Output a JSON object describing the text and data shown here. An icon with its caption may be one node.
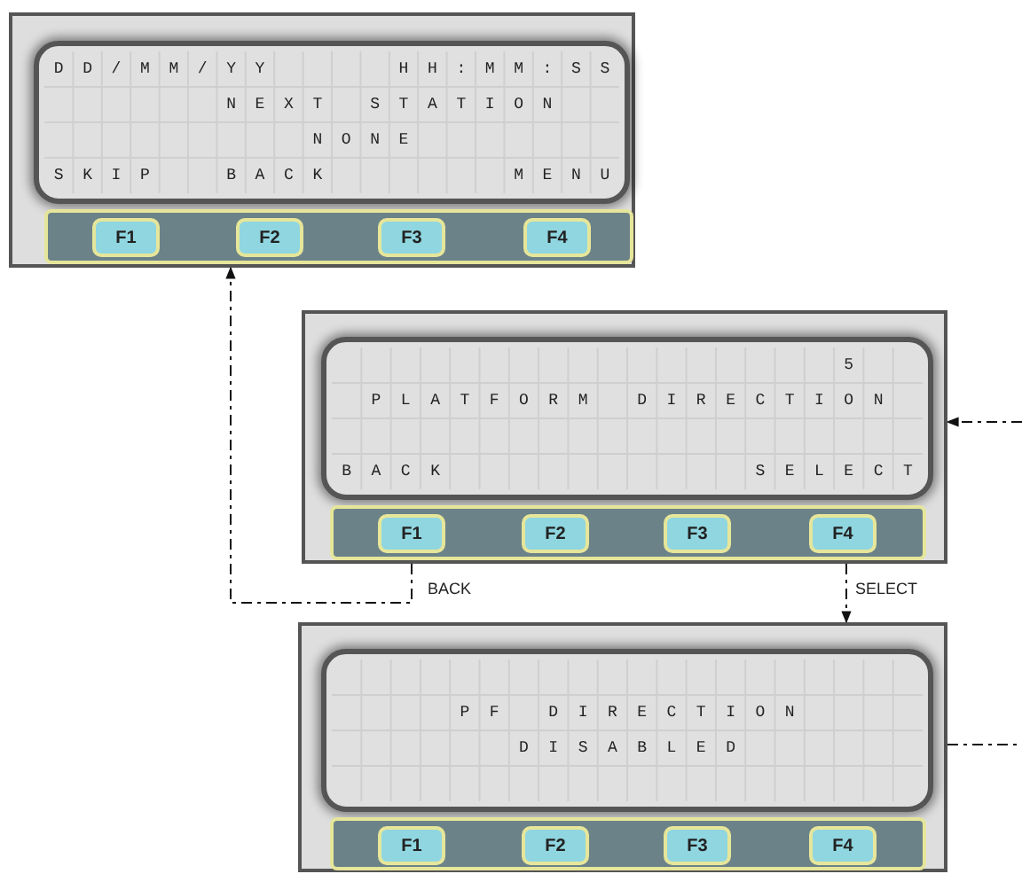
{
  "diagram": {
    "nodes": [
      {
        "text": [
          "DD/MM/YY",
          "HH:MM:SS",
          "NEXT STATION",
          "NONE",
          "SKIP",
          "BACK",
          "MENU"
        ]
      },
      {
        "text": [
          "F1"
        ],
        "in": 0
      },
      {
        "text": [
          "F2"
        ],
        "in": 0
      },
      {
        "text": [
          "F3"
        ],
        "in": 0
      },
      {
        "text": [
          "F4"
        ],
        "in": 0
      },
      {
        "text": [
          "5",
          "PLATFORM DIRECTION",
          "BACK",
          "SELECT"
        ]
      },
      {
        "text": [
          "F1"
        ],
        "in": 5
      },
      {
        "text": [
          "F2"
        ],
        "in": 5
      },
      {
        "text": [
          "F3"
        ],
        "in": 5
      },
      {
        "text": [
          "F4"
        ],
        "in": 5
      },
      {
        "text": [
          "PF DIRECTION",
          "DISABLED"
        ]
      },
      {
        "text": [
          "F1"
        ],
        "in": 10
      },
      {
        "text": [
          "F2"
        ],
        "in": 10
      },
      {
        "text": [
          "F3"
        ],
        "in": 10
      },
      {
        "text": [
          "F4"
        ],
        "in": 10
      }
    ],
    "edges": [
      {
        "from": 5,
        "to": 0,
        "arrow": "to",
        "label": "BACK",
        "style": "dashed"
      },
      {
        "from": 5,
        "to": 10,
        "arrow": "to",
        "label": "SELECT",
        "style": "dashed"
      },
      {
        "from": null,
        "to": 5,
        "arrow": "to",
        "style": "dashed"
      },
      {
        "from": 10,
        "to": null,
        "arrow": "none",
        "style": "dashed"
      }
    ]
  }
}
